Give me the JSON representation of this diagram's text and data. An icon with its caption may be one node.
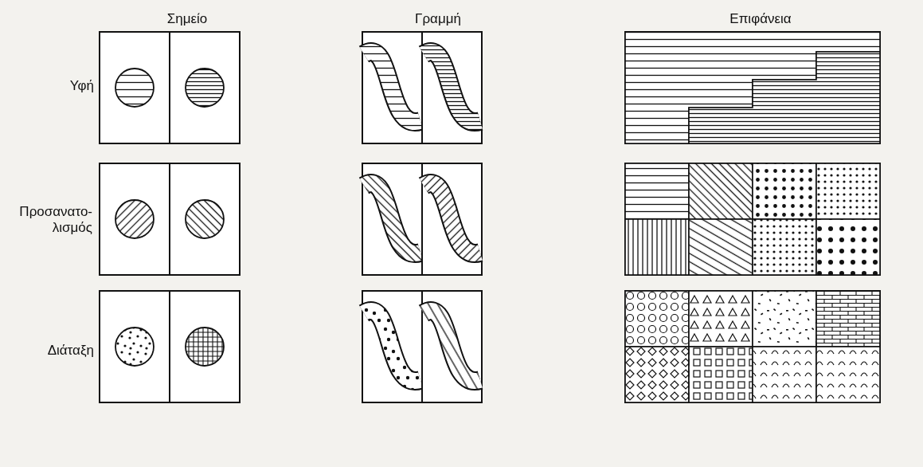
{
  "diagram": {
    "labels": [
      "Σημείο",
      "Γραμμή",
      "Επιφάνεια",
      "Υφή",
      "Προσανατο-λισμός",
      "Διάταξη"
    ]
  }
}
